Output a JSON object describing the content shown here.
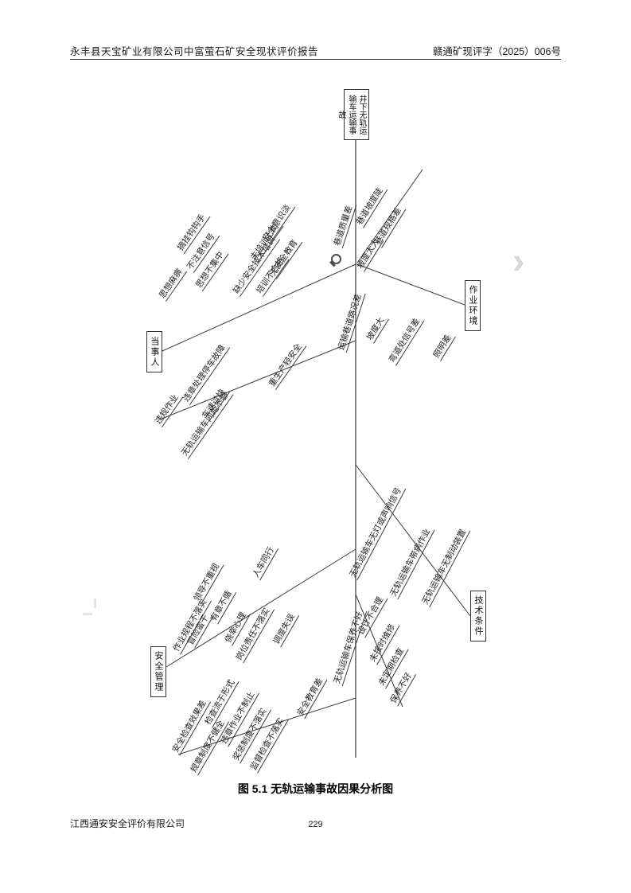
{
  "page": {
    "header_left": "永丰县天宝矿业有限公司中富萤石矿安全现状评价报告",
    "header_right": "赣通矿现评字（2025）006号",
    "caption": "图 5.1 无轨运输事故因果分析图",
    "footer_company": "江西通安安全评价有限公司",
    "page_number": "229"
  },
  "icons": {
    "next_chevron": "›"
  },
  "diagram": {
    "effect": "井下无轨运输车运输事故",
    "person": {
      "category": "当事人",
      "branches": [
        {
          "label": "思想麻痹",
          "items": [
            "摘挂钩钩手",
            "不注意信号",
            "思想不集中"
          ]
        },
        {
          "label": "缺少安全技术培训",
          "items": [
            "安全意识淡",
            "未培训上岗",
            "无安全教育",
            "培训不合格"
          ]
        },
        {
          "label": "违规作业",
          "items": [
            "违章处理停车故障",
            "车速过快",
            "无轨运输车间距不够",
            "重生产轻安全"
          ]
        }
      ]
    },
    "environment": {
      "category": "作业环境",
      "branches": [
        {
          "label": "巷道质量差",
          "items": [
            "巷道坡度陡",
            "巷道规格差",
            "坡度太大"
          ]
        },
        {
          "label": "运输巷道路况差",
          "items": [
            "坡度大",
            "弯道处信号差"
          ]
        },
        {
          "label": "照明差",
          "items": []
        }
      ]
    },
    "management": {
      "category": "安全管理",
      "branches": [
        {
          "label": "作业规程不落实",
          "items": [
            "领导不重视",
            "有章不循",
            "冒险蛮干",
            "侥幸心理",
            "人车同行",
            "岗位责任不落实",
            "调度失误"
          ]
        },
        {
          "label": "安全检查效果差",
          "items": [
            "检查流于形式",
            "违章作业不制止",
            "奖惩制度不落实",
            "监督检查不落实",
            "规章制度不健全"
          ]
        },
        {
          "label": "安全教育差",
          "items": []
        }
      ]
    },
    "technical": {
      "category": "技术条件",
      "branches": [
        {
          "label": "无轨运输车无灯或声响信号",
          "items": []
        },
        {
          "label": "无轨运输车带病作业",
          "items": []
        },
        {
          "label": "无轨运输车无制动装置",
          "items": []
        },
        {
          "label": "无轨运输车保养不好",
          "items": [
            "设计不合理",
            "未按时维修",
            "未定期检查",
            "保养不好"
          ]
        }
      ]
    }
  }
}
